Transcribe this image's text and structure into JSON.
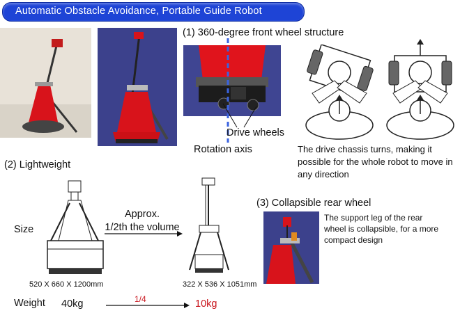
{
  "title": "Automatic Obstacle Avoidance, Portable Guide Robot",
  "section1": {
    "heading": "(1) 360-degree front wheel structure",
    "drive_wheels_label": "Drive wheels",
    "rotation_axis_label": "Rotation axis",
    "description": "The drive chassis turns, making it possible for the whole robot to move in any direction"
  },
  "section2": {
    "heading": "(2) Lightweight",
    "size_label": "Size",
    "volume_note": "Approx.\n1/2th the volume",
    "size_before": "520 X 660 X 1200mm",
    "size_after": "322 X 536 X 1051mm",
    "weight_label": "Weight",
    "weight_before": "40kg",
    "weight_ratio": "1/4",
    "weight_after": "10kg"
  },
  "section3": {
    "heading": "(3) Collapsible rear wheel",
    "description": "The support leg of the rear wheel is collapsible, for a more compact design"
  },
  "colors": {
    "banner": "#1e44d6",
    "robot_red": "#d8131b",
    "accent_red": "#c8141c",
    "axis_blue": "#3a63e0"
  }
}
